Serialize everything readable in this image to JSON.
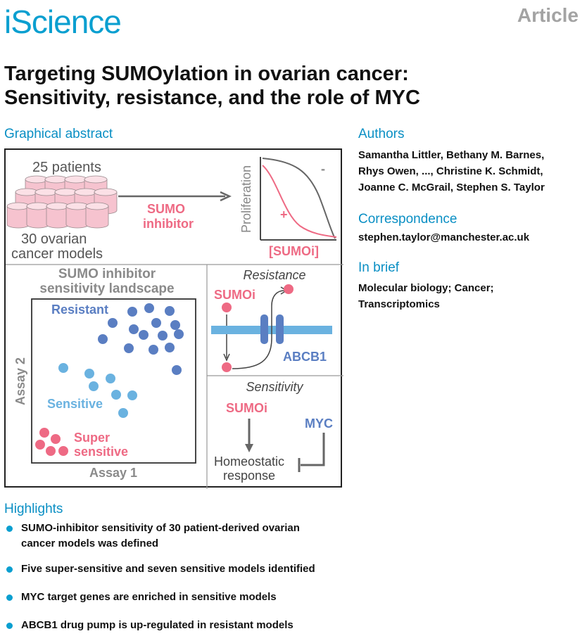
{
  "header": {
    "journal": "iScience",
    "article_type": "Article"
  },
  "title": {
    "line1": "Targeting SUMOylation in ovarian cancer:",
    "line2": "Sensitivity, resistance, and the role of MYC"
  },
  "graphical_abstract": {
    "heading": "Graphical abstract",
    "patients_label": "25 patients",
    "models_label_1": "30 ovarian",
    "models_label_2": "cancer models",
    "sumo_inhibitor_1": "SUMO",
    "sumo_inhibitor_2": "inhibitor",
    "y_axis_label": "Proliferation",
    "x_axis_label": "[SUMOi]",
    "minus_label": "-",
    "plus_label": "+",
    "landscape_title_1": "SUMO inhibitor",
    "landscape_title_2": "sensitivity landscape",
    "resistant_label": "Resistant",
    "sensitive_label": "Sensitive",
    "super_label_1": "Super",
    "super_label_2": "sensitive",
    "assay1": "Assay 1",
    "assay2": "Assay 2",
    "resistance_title": "Resistance",
    "resistance_sumoi": "SUMOi",
    "abcb1": "ABCB1",
    "sensitivity_title": "Sensitivity",
    "sensitivity_sumoi": "SUMOi",
    "myc": "MYC",
    "homeostatic_1": "Homeostatic",
    "homeostatic_2": "response",
    "colors": {
      "resistant": "#5a7ec2",
      "sensitive": "#6ab2e0",
      "super_sensitive": "#ee6a84",
      "membrane": "#6ab2e0",
      "pump": "#5a7ec2",
      "gray": "#8a8a8a"
    }
  },
  "authors": {
    "heading": "Authors",
    "line1": "Samantha Littler, Bethany M. Barnes,",
    "line2": "Rhys Owen, ..., Christine K. Schmidt,",
    "line3": "Joanne C. McGrail, Stephen S. Taylor"
  },
  "correspondence": {
    "heading": "Correspondence",
    "email": "stephen.taylor@manchester.ac.uk"
  },
  "in_brief": {
    "heading": "In brief",
    "line1": "Molecular biology; Cancer;",
    "line2": "Transcriptomics"
  },
  "highlights": {
    "heading": "Highlights",
    "items": [
      {
        "line1": "SUMO-inhibitor sensitivity of 30 patient-derived ovarian",
        "line2": "cancer models was defined"
      },
      {
        "line1": "Five super-sensitive and seven sensitive models identified",
        "line2": ""
      },
      {
        "line1": "MYC target genes are enriched in sensitive models",
        "line2": ""
      },
      {
        "line1": "ABCB1 drug pump is up-regulated in resistant models",
        "line2": ""
      }
    ]
  }
}
